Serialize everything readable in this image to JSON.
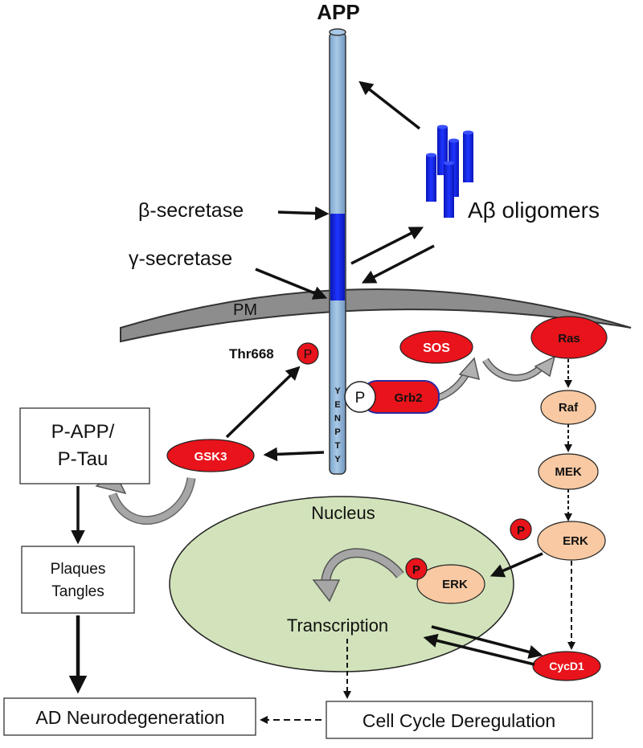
{
  "title": "APP",
  "labels": {
    "beta_secretase": "β-secretase",
    "gamma_secretase": "γ-secretase",
    "abeta_oligomers": "Aβ oligomers",
    "pm": "PM",
    "thr668": "Thr668",
    "yenpty": [
      "Y",
      "E",
      "N",
      "P",
      "T",
      "Y"
    ],
    "nucleus": "Nucleus",
    "transcription": "Transcription"
  },
  "nodes": {
    "p_app_line1": "P-APP/",
    "p_app_line2": "P-Tau",
    "plaques": "Plaques",
    "tangles": "Tangles",
    "ad_neuro": "AD Neurodegeneration",
    "cell_cycle": "Cell Cycle Deregulation",
    "gsk3": "GSK3",
    "sos": "SOS",
    "ras": "Ras",
    "grb2": "Grb2",
    "raf": "Raf",
    "mek": "MEK",
    "erk": "ERK",
    "erk_nucleus": "ERK",
    "cycd1": "CycD1",
    "p": "P"
  },
  "colors": {
    "red": "#e8131b",
    "orange": "#f8c9a2",
    "nucleus": "#d2e3bb",
    "receptor": "#94b9dc",
    "abeta": "#0d20e4",
    "membrane": "#8d8d8d"
  }
}
